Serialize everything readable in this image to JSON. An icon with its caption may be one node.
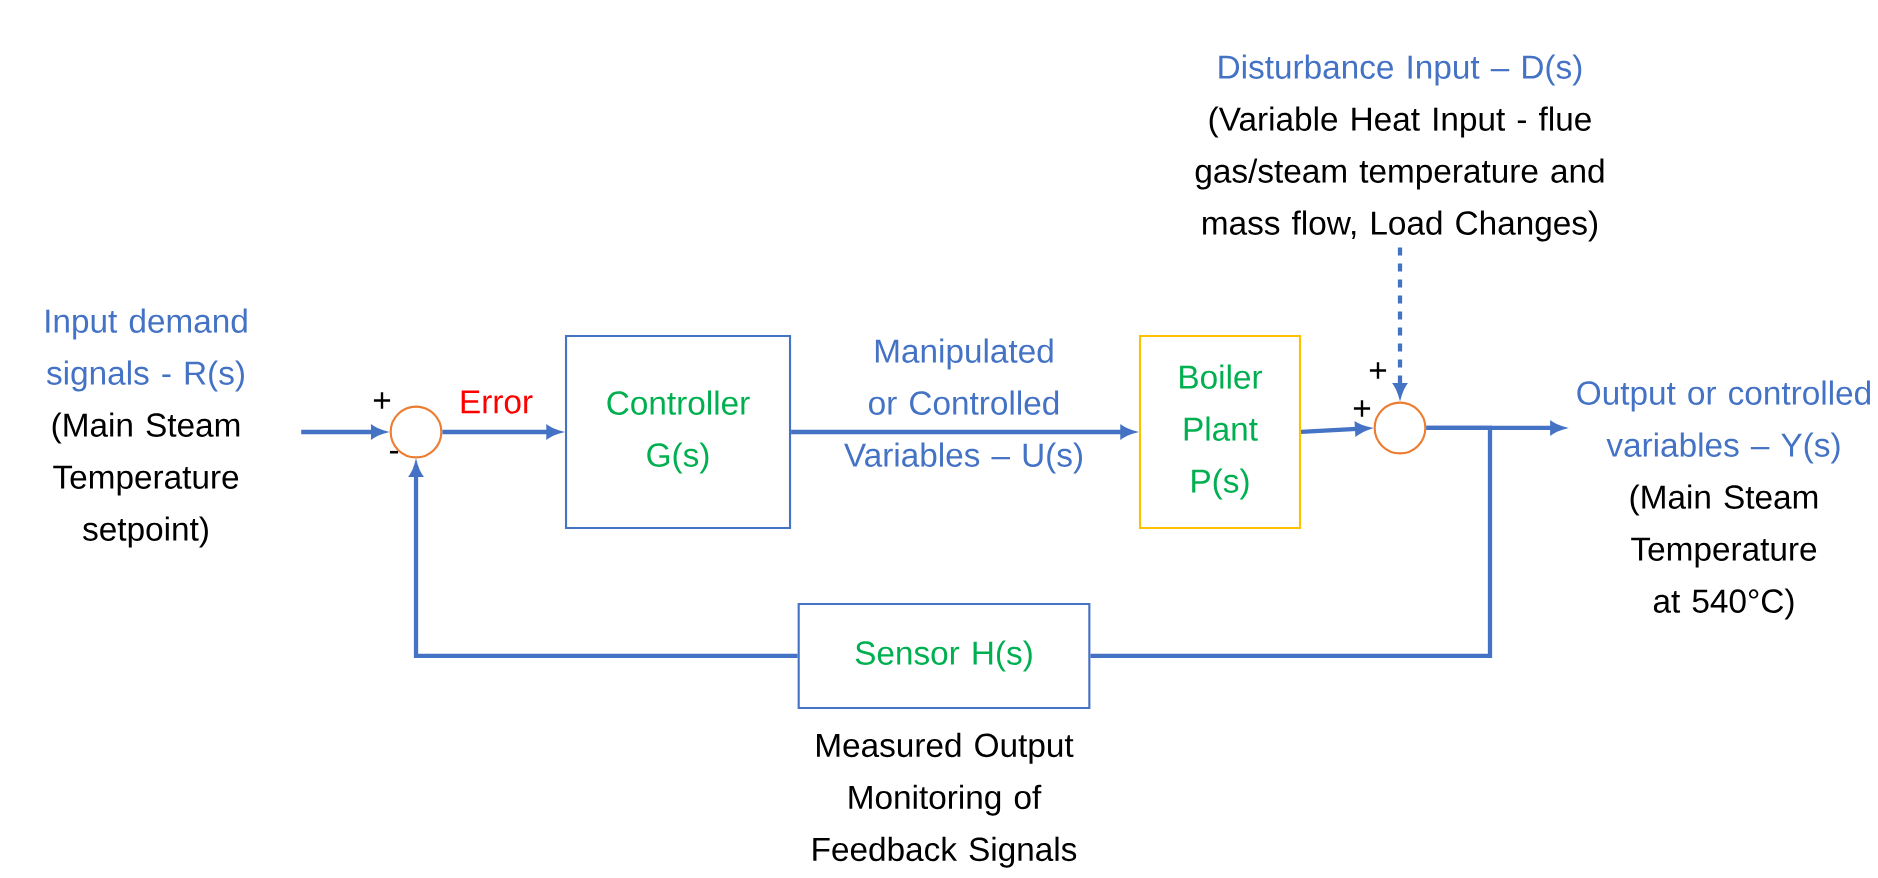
{
  "diagram": {
    "nodes": [
      {
        "text": [
          "Input demand signals - R(s)",
          "(Main Steam Temperature setpoint)"
        ]
      },
      {
        "text": [],
        "shape": "circle"
      },
      {
        "text": [
          "Controller G(s)"
        ]
      },
      {
        "text": [
          "Boiler Plant P(s)"
        ]
      },
      {
        "text": [],
        "shape": "circle"
      },
      {
        "text": [
          "Disturbance Input – D(s)",
          "(Variable Heat Input - flue gas/steam temperature and mass flow, Load Changes)"
        ]
      },
      {
        "text": [
          "Output or controlled variables – Y(s)",
          "(Main Steam Temperature at 540°C)"
        ]
      },
      {
        "text": [
          "Sensor H(s)"
        ],
        "beside": [
          "Measured Output Monitoring of Feedback Signals"
        ]
      }
    ],
    "edges": [
      {
        "from": 0,
        "to": 1,
        "arrow": "to"
      },
      {
        "from": 1,
        "to": 2,
        "arrow": "to",
        "label": "Error"
      },
      {
        "from": 2,
        "to": 3,
        "arrow": "to",
        "label": "Manipulated or Controlled Variables – U(s)"
      },
      {
        "from": 3,
        "to": 4,
        "arrow": "to"
      },
      {
        "from": 5,
        "to": 4,
        "arrow": "to",
        "style": "dashed"
      },
      {
        "from": 4,
        "to": 6,
        "arrow": "to"
      },
      {
        "from": 4,
        "to": 7,
        "arrow": "none"
      },
      {
        "from": 7,
        "to": 1,
        "arrow": "to"
      }
    ],
    "labels": [
      "+",
      "-",
      "+",
      "+"
    ]
  }
}
